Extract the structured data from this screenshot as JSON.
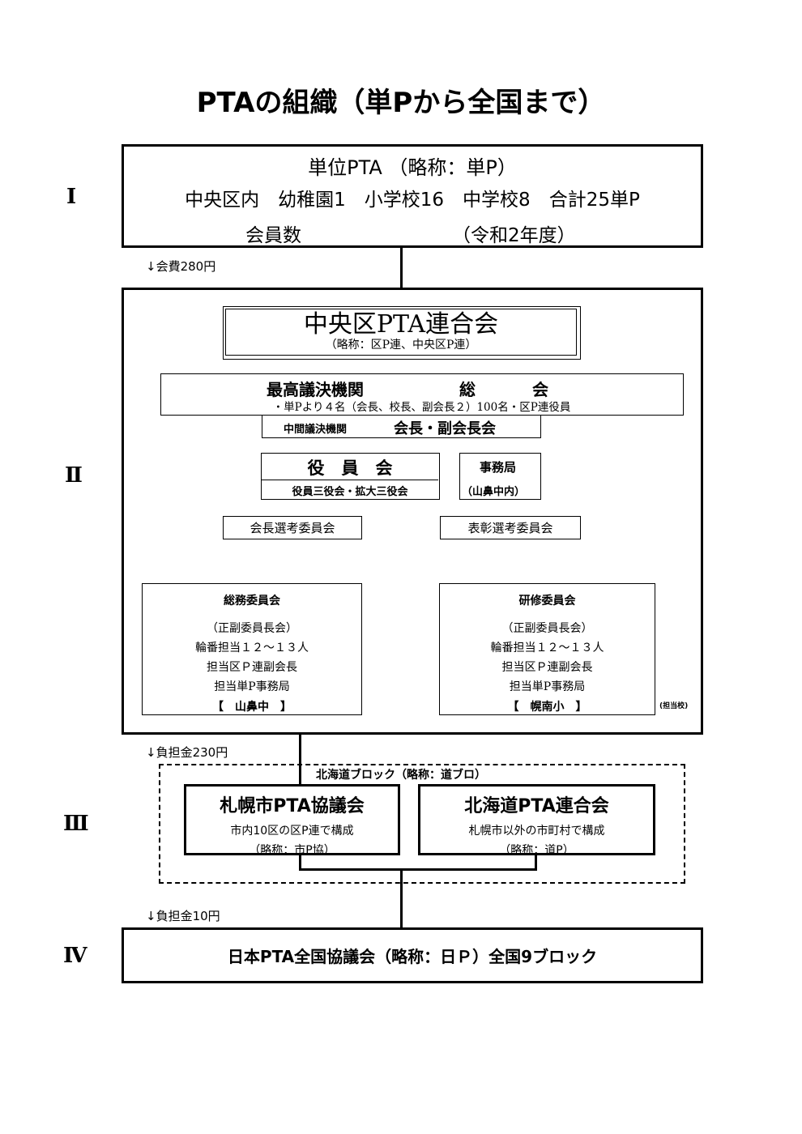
{
  "title": "PTAの組織（単Pから全国まで）",
  "levels": [
    "Ⅰ",
    "Ⅱ",
    "Ⅲ",
    "Ⅳ"
  ],
  "level1": {
    "line1": "単位PTA （略称：単P）",
    "line2": "中央区内　幼稚園1　小学校16　中学校8　合計25単P",
    "line3_left": "会員数",
    "line3_right": "（令和2年度）"
  },
  "fee1": "↓会費280円",
  "level2": {
    "rengoukai_title": "中央区PTA連合会",
    "rengoukai_sub": "（略称：区P連、中央区P連）",
    "soukai_label": "最高議決機関",
    "soukai_name": "総　　会",
    "soukai_detail": "・単Pより４名（会長、校長、副会長２）100名・区P連役員",
    "chukan_label": "中間議決機関",
    "chukan_name": "会長・副会長会",
    "yakuin_title": "役　員　会",
    "yakuin_sub": "役員三役会・拡大三役会",
    "jimukyoku_title": "事務局",
    "jimukyoku_sub": "（山鼻中内）",
    "senkou_left": "会長選考委員会",
    "senkou_right": "表彰選考委員会",
    "soumu": {
      "title": "総務委員会",
      "line1": "（正副委員長会）",
      "line2": "輪番担当１２～１３人",
      "line3": "担当区Ｐ連副会長",
      "line4": "担当単P事務局",
      "school": "【　山鼻中　】"
    },
    "kenshu": {
      "title": "研修委員会",
      "line1": "（正副委員長会）",
      "line2": "輪番担当１２～１３人",
      "line3": "担当区Ｐ連副会長",
      "line4": "担当単P事務局",
      "school": "【　幌南小　】"
    },
    "tantou_note": "(担当校)"
  },
  "fee2": "↓負担金230円",
  "level3": {
    "block_label": "北海道ブロック（略称：道ブロ）",
    "sapporo_title": "札幌市PTA協議会",
    "sapporo_line1": "市内10区の区P連で構成",
    "sapporo_line2": "（略称：市P協）",
    "hokkaido_title": "北海道PTA連合会",
    "hokkaido_line1": "札幌市以外の市町村で構成",
    "hokkaido_line2": "（略称：道P）"
  },
  "fee3": "↓負担金10円",
  "level4": {
    "text": "日本PTA全国協議会（略称：日Ｐ）全国9ブロック"
  }
}
